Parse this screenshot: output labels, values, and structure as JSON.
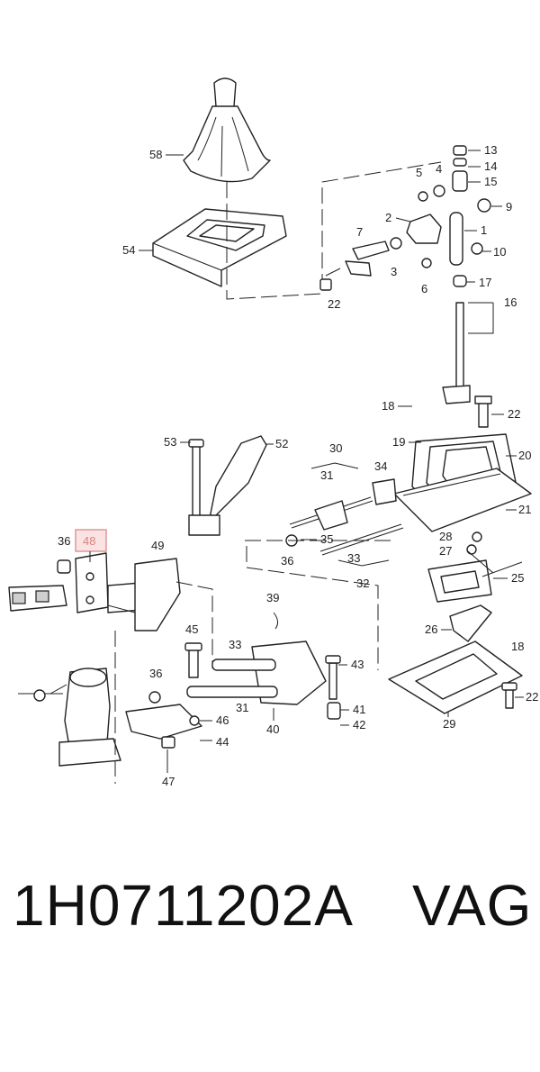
{
  "diagram": {
    "callouts": [
      "58",
      "13",
      "14",
      "15",
      "4",
      "5",
      "9",
      "2",
      "1",
      "7",
      "10",
      "54",
      "3",
      "6",
      "17",
      "16",
      "22",
      "18",
      "22",
      "53",
      "52",
      "19",
      "20",
      "30",
      "31",
      "34",
      "21",
      "36",
      "48",
      "49",
      "35",
      "28",
      "27",
      "25",
      "36",
      "33",
      "32",
      "39",
      "26",
      "18",
      "45",
      "33",
      "43",
      "36",
      "46",
      "31",
      "41",
      "42",
      "22",
      "29",
      "47",
      "44",
      "40"
    ],
    "highlighted_callout": "48",
    "highlight_color": "#d98080",
    "highlight_fill": "#fbe3e3"
  },
  "footer": {
    "part_number": "1H0711202A",
    "brand": "VAG"
  }
}
